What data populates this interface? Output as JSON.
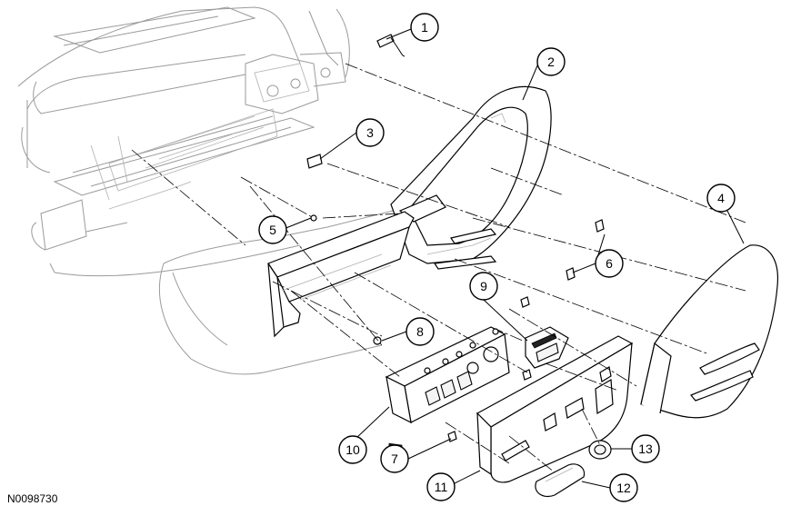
{
  "figure_code": "N0098730",
  "callouts": [
    {
      "number": "1"
    },
    {
      "number": "2"
    },
    {
      "number": "3"
    },
    {
      "number": "4"
    },
    {
      "number": "5"
    },
    {
      "number": "6"
    },
    {
      "number": "7"
    },
    {
      "number": "8"
    },
    {
      "number": "9"
    },
    {
      "number": "10"
    },
    {
      "number": "11"
    },
    {
      "number": "12"
    },
    {
      "number": "13"
    }
  ]
}
